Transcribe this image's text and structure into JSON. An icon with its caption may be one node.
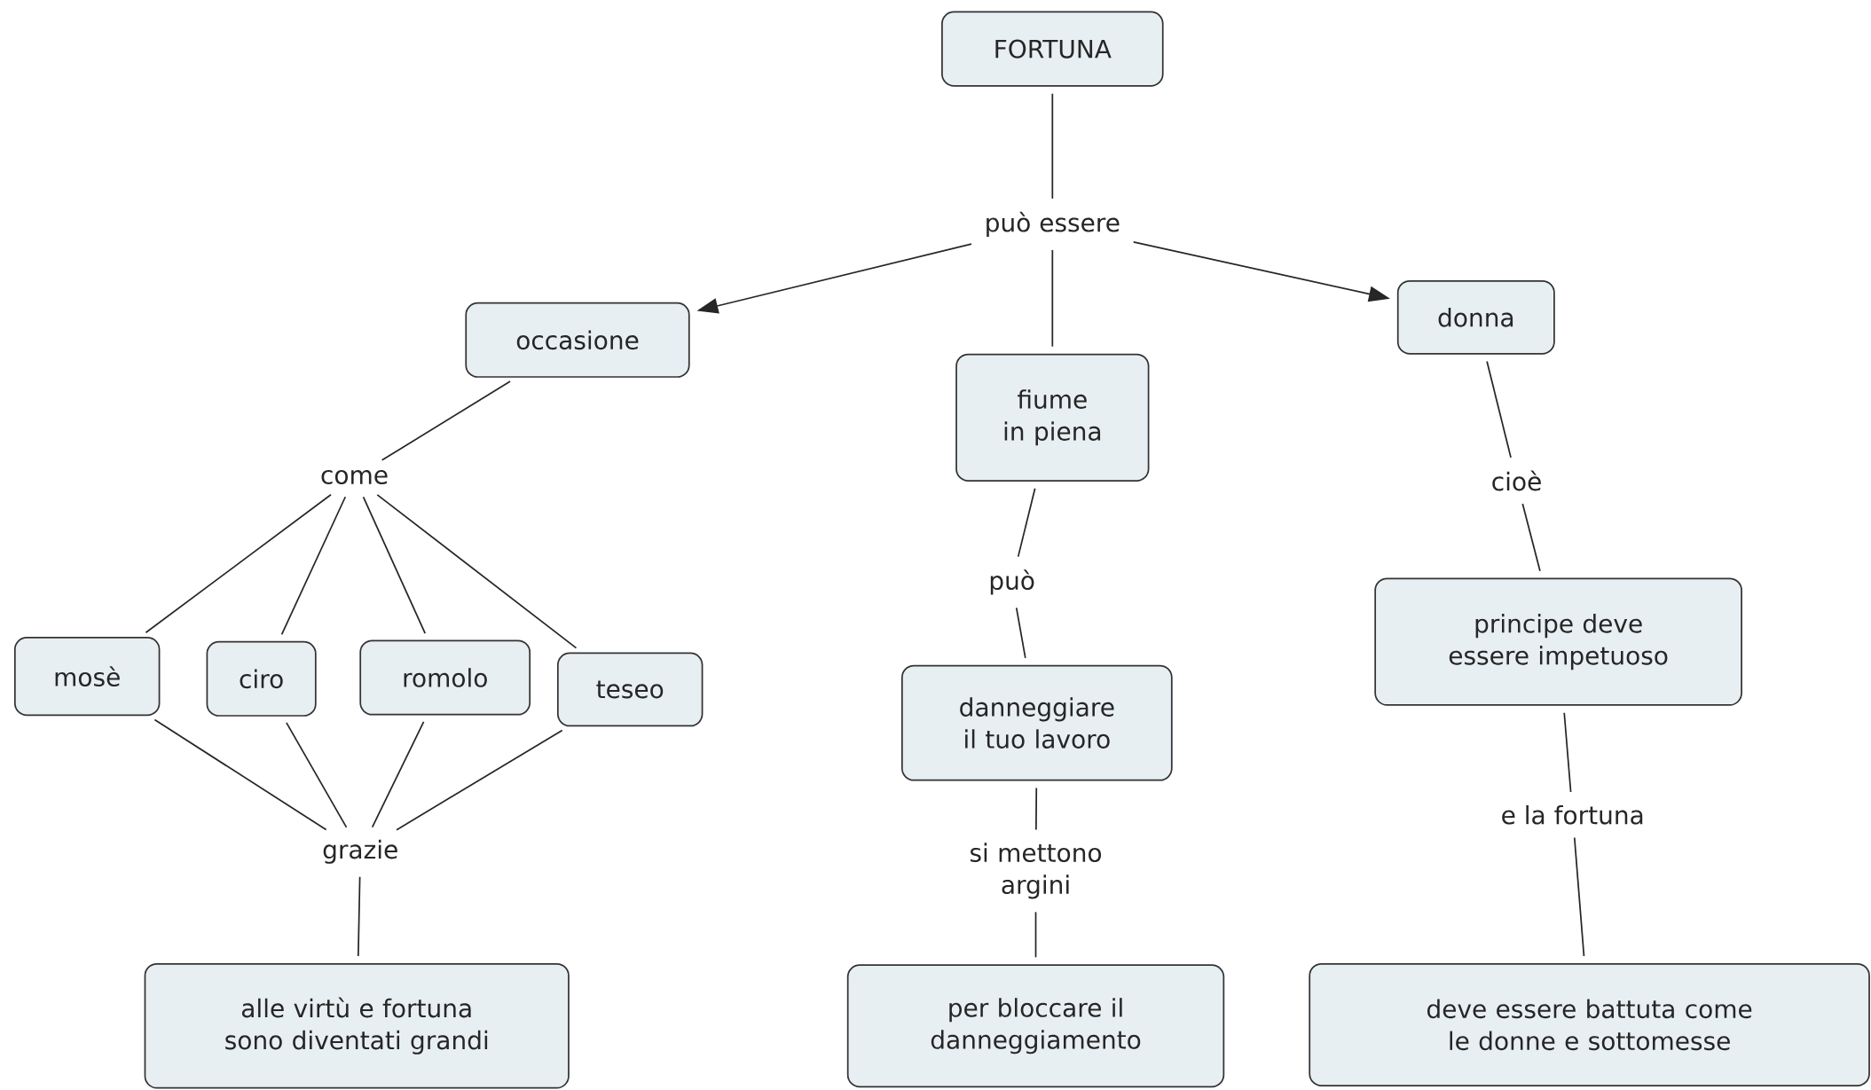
{
  "diagram": {
    "nodes": [
      {
        "text": [
          "FORTUNA"
        ]
      },
      {
        "text": [
          "può essere"
        ]
      },
      {
        "text": [
          "occasione"
        ]
      },
      {
        "text": [
          "fiume in piena"
        ]
      },
      {
        "text": [
          "donna"
        ]
      },
      {
        "text": [
          "come"
        ]
      },
      {
        "text": [
          "mosè"
        ]
      },
      {
        "text": [
          "ciro"
        ]
      },
      {
        "text": [
          "romolo"
        ]
      },
      {
        "text": [
          "teseo"
        ]
      },
      {
        "text": [
          "grazie"
        ]
      },
      {
        "text": [
          "alle virtù e fortuna sono diventati grandi"
        ]
      },
      {
        "text": [
          "può"
        ]
      },
      {
        "text": [
          "danneggiare il tuo lavoro"
        ]
      },
      {
        "text": [
          "si mettono argini"
        ]
      },
      {
        "text": [
          "per bloccare il danneggiamento"
        ]
      },
      {
        "text": [
          "cioè"
        ]
      },
      {
        "text": [
          "principe deve essere impetuoso"
        ]
      },
      {
        "text": [
          "e la fortuna"
        ]
      },
      {
        "text": [
          "deve essere battuta come le donne e sottomesse"
        ]
      }
    ],
    "edges": [
      {
        "from": 0,
        "to": 1,
        "arrow": "none"
      },
      {
        "from": 1,
        "to": 2,
        "arrow": "to"
      },
      {
        "from": 1,
        "to": 3,
        "arrow": "none"
      },
      {
        "from": 1,
        "to": 4,
        "arrow": "to"
      },
      {
        "from": 2,
        "to": 5,
        "arrow": "none"
      },
      {
        "from": 5,
        "to": 6,
        "arrow": "none"
      },
      {
        "from": 5,
        "to": 7,
        "arrow": "none"
      },
      {
        "from": 5,
        "to": 8,
        "arrow": "none"
      },
      {
        "from": 5,
        "to": 9,
        "arrow": "none"
      },
      {
        "from": 6,
        "to": 10,
        "arrow": "none"
      },
      {
        "from": 7,
        "to": 10,
        "arrow": "none"
      },
      {
        "from": 8,
        "to": 10,
        "arrow": "none"
      },
      {
        "from": 9,
        "to": 10,
        "arrow": "none"
      },
      {
        "from": 10,
        "to": 11,
        "arrow": "none"
      },
      {
        "from": 3,
        "to": 12,
        "arrow": "none"
      },
      {
        "from": 12,
        "to": 13,
        "arrow": "none"
      },
      {
        "from": 13,
        "to": 14,
        "arrow": "none"
      },
      {
        "from": 14,
        "to": 15,
        "arrow": "none"
      },
      {
        "from": 4,
        "to": 16,
        "arrow": "none"
      },
      {
        "from": 16,
        "to": 17,
        "arrow": "none"
      },
      {
        "from": 17,
        "to": 18,
        "arrow": "none"
      },
      {
        "from": 18,
        "to": 19,
        "arrow": "none"
      }
    ]
  }
}
